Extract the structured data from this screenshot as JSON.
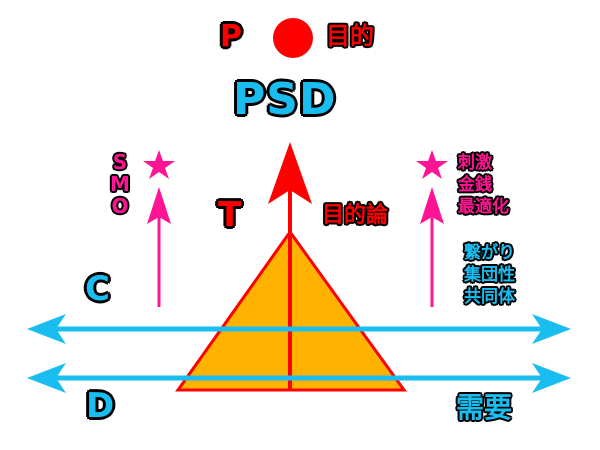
{
  "colors": {
    "red": "#ff0000",
    "blue": "#19bdf0",
    "pink": "#ff1493",
    "orange": "#ffb300",
    "outline": "#000000"
  },
  "top": {
    "p_label": "P",
    "p_meaning": "目的",
    "psd": "PSD"
  },
  "left": {
    "smo_letters": [
      "S",
      "M",
      "O"
    ],
    "c_label": "C",
    "d_label": "D"
  },
  "center": {
    "t_label": "T",
    "t_meaning": "目的論"
  },
  "right": {
    "pink_terms": [
      "刺激",
      "金銭",
      "最適化"
    ],
    "blue_terms": [
      "繋がり",
      "集団性",
      "共同体"
    ],
    "demand": "需要"
  },
  "icons": {
    "star_left": "star-icon",
    "star_right": "star-icon",
    "dot": "red-dot-icon"
  }
}
